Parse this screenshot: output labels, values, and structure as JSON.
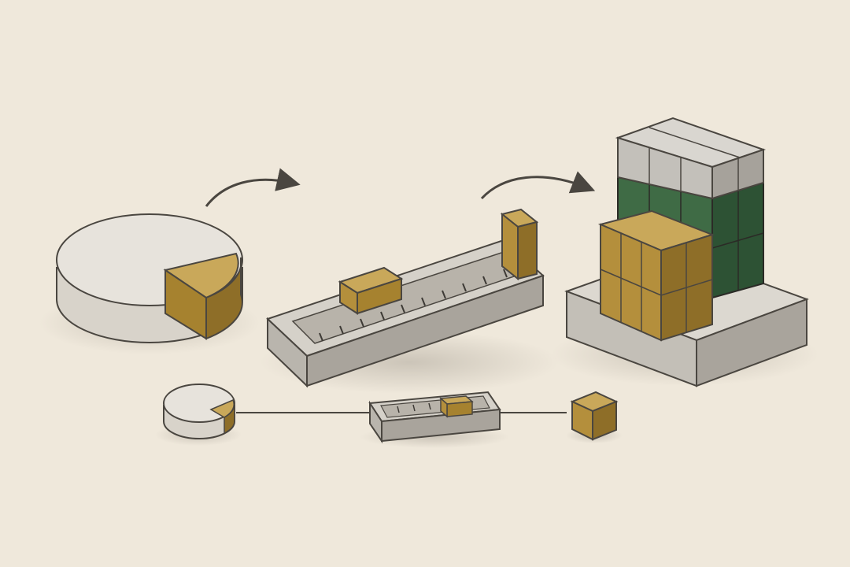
{
  "palette": {
    "background": "#efe8db",
    "stone_light": "#e4e0d8",
    "stone_mid": "#cdc8c0",
    "stone_dark": "#a9a49c",
    "gold_top": "#c9a85a",
    "gold_front": "#b48f3c",
    "gold_side": "#8e6e28",
    "green_front": "#3f6b45",
    "green_side": "#2d5234",
    "green_top": "#557d57",
    "grey_block_top": "#d9d6d0",
    "grey_block_front": "#c3c0ba",
    "grey_block_side": "#a6a29b",
    "ink": "#3d3a35"
  },
  "slider": {
    "position_fraction": 0.45
  },
  "pie": {
    "highlight_fraction": 0.12
  },
  "stack": {
    "layers_bottom_to_top": [
      "gold",
      "green",
      "grey"
    ],
    "grid": "3x3"
  },
  "icons": [
    "pie-chart-icon",
    "slider-track-icon",
    "stacked-cubes-icon",
    "cube-icon",
    "arrow-right-icon"
  ]
}
